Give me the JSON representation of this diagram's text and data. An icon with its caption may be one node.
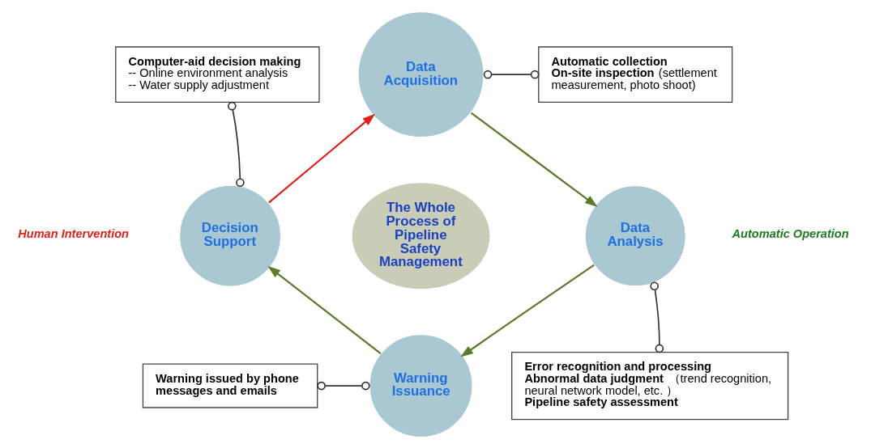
{
  "diagram": {
    "nodes": [
      {
        "text": [
          "Data Acquisition"
        ]
      },
      {
        "text": [
          "Data Analysis"
        ]
      },
      {
        "text": [
          "Warning Issuance"
        ]
      },
      {
        "text": [
          "Decision Support"
        ]
      },
      {
        "text": [
          "The Whole Process of Pipeline Safety Management"
        ]
      },
      {
        "text": [
          "Computer-aid decision making",
          "-- Online environment analysis",
          "-- Water supply adjustment"
        ]
      },
      {
        "text": [
          "Automatic collection",
          "**On-site inspection**(settlement measurement, photo shoot)"
        ]
      },
      {
        "text": [
          "Error recognition and processing",
          "**Abnormal data judgment**（trend recognition, neural network model, etc. ）",
          "Pipeline safety assessment"
        ]
      },
      {
        "text": [
          "Warning issued by phone messages and emails"
        ]
      }
    ],
    "edges": [
      {
        "from": 0,
        "to": 1,
        "arrow": "to"
      },
      {
        "from": 1,
        "to": 2,
        "arrow": "to"
      },
      {
        "from": 2,
        "to": 3,
        "arrow": "to"
      },
      {
        "from": 3,
        "to": 0,
        "arrow": "to",
        "color": "#e0201a"
      },
      {
        "from": 5,
        "to": 3,
        "arrow": "other"
      },
      {
        "from": 0,
        "to": 6,
        "arrow": "other"
      },
      {
        "from": 1,
        "to": 7,
        "arrow": "other"
      },
      {
        "from": 8,
        "to": 2,
        "arrow": "other"
      }
    ],
    "labels": [
      "Automatic Operation",
      "Human Intervention"
    ]
  }
}
